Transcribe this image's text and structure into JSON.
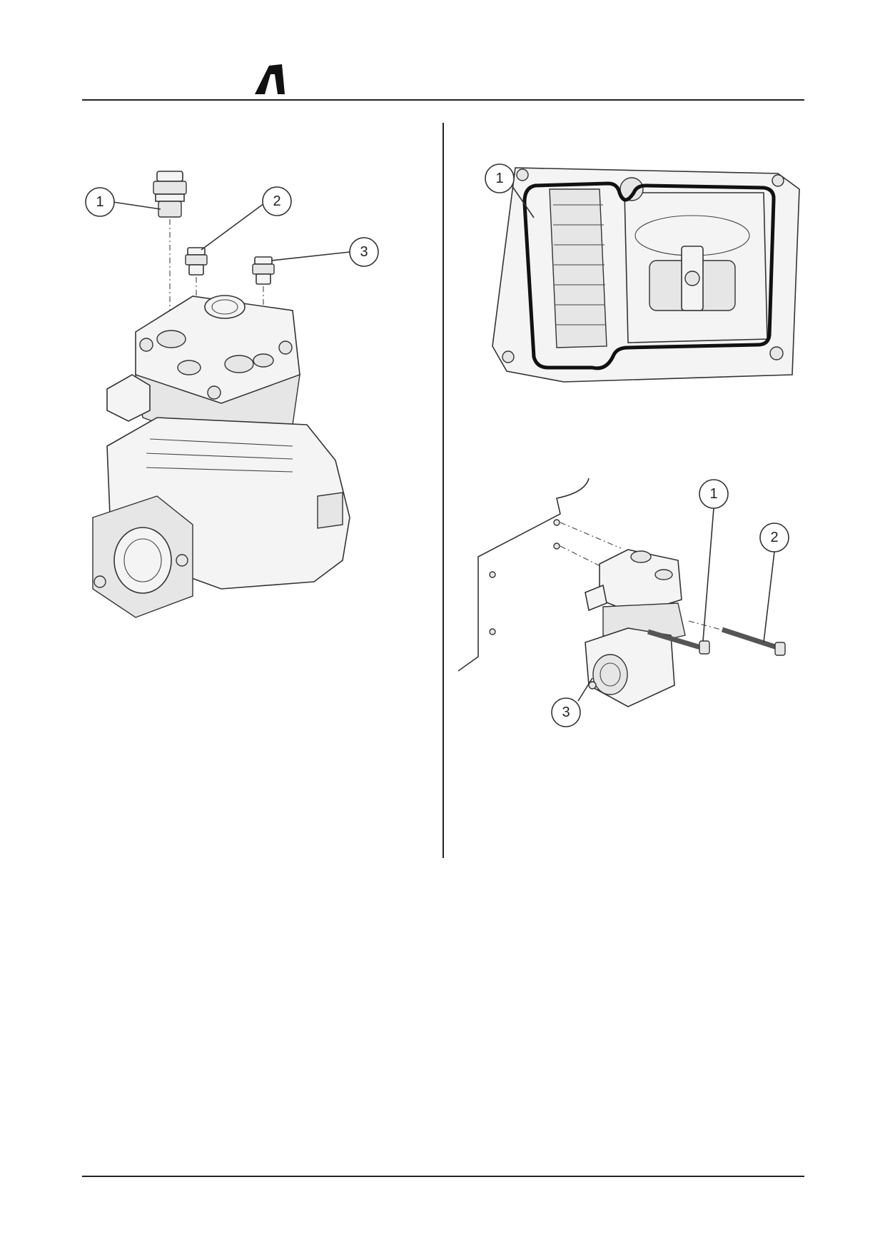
{
  "header": {
    "logo_icon": "brand-logo-icon"
  },
  "figures": [
    {
      "id": "fig-left",
      "callouts": [
        "1",
        "2",
        "3"
      ],
      "parts": [
        "fitting-large",
        "fitting-small-2",
        "fitting-small-3",
        "compressor"
      ]
    },
    {
      "id": "fig-top-right",
      "callouts": [
        "1"
      ],
      "parts": [
        "cover-housing",
        "gasket-seal"
      ]
    },
    {
      "id": "fig-bottom-right",
      "callouts": [
        "1",
        "2",
        "3"
      ],
      "parts": [
        "mounting-plate",
        "compressor-small",
        "bolt-1",
        "bolt-2"
      ]
    }
  ],
  "colors": {
    "ink": "#222222",
    "paper": "#ffffff",
    "shade": "#e6e6e6"
  }
}
